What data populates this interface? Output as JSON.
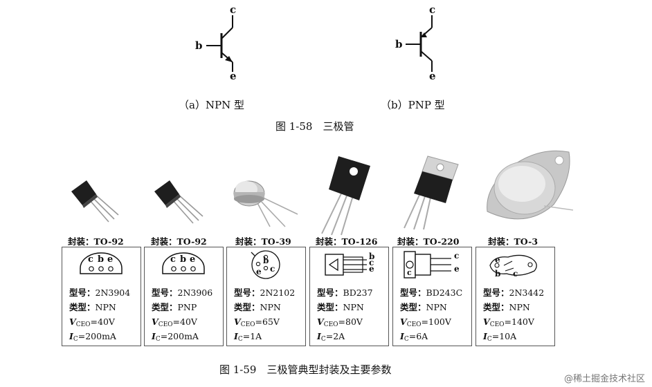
{
  "symbols": {
    "npn": {
      "base": "b",
      "collector": "c",
      "emitter": "e",
      "caption": "（a）NPN 型"
    },
    "pnp": {
      "base": "b",
      "collector": "c",
      "emitter": "e",
      "caption": "（b）PNP 型"
    }
  },
  "figure_158": {
    "caption": "图 1-58　三极管"
  },
  "packages": [
    {
      "label": "封装：TO-92",
      "pins": [
        "c",
        "b",
        "e"
      ],
      "model_label": "型号：",
      "model": "2N3904",
      "type_label": "类型：",
      "type": "NPN",
      "vceo_symbol": "V",
      "vceo_sub": "CEO",
      "vceo": "=40V",
      "ic_symbol": "I",
      "ic_sub": "C",
      "ic": "=200mA"
    },
    {
      "label": "封装：TO-92",
      "pins": [
        "c",
        "b",
        "e"
      ],
      "model_label": "型号：",
      "model": "2N3906",
      "type_label": "类型：",
      "type": "PNP",
      "vceo_symbol": "V",
      "vceo_sub": "CEO",
      "vceo": "=40V",
      "ic_symbol": "I",
      "ic_sub": "C",
      "ic": "=200mA"
    },
    {
      "label": "封装：TO-39",
      "pins": [
        "b",
        "c",
        "e"
      ],
      "model_label": "型号：",
      "model": "2N2102",
      "type_label": "类型：",
      "type": "NPN",
      "vceo_symbol": "V",
      "vceo_sub": "CEO",
      "vceo": "=65V",
      "ic_symbol": "I",
      "ic_sub": "C",
      "ic": "=1A"
    },
    {
      "label": "封装：TO-126",
      "pins": [
        "b",
        "c",
        "e"
      ],
      "model_label": "型号：",
      "model": "BD237",
      "type_label": "类型：",
      "type": "NPN",
      "vceo_symbol": "V",
      "vceo_sub": "CEO",
      "vceo": "=80V",
      "ic_symbol": "I",
      "ic_sub": "C",
      "ic": "=2A"
    },
    {
      "label": "封装：TO-220",
      "pins": [
        "c",
        "c",
        "e"
      ],
      "model_label": "型号：",
      "model": "BD243C",
      "type_label": "类型：",
      "type": "NPN",
      "vceo_symbol": "V",
      "vceo_sub": "CEO",
      "vceo": "=100V",
      "ic_symbol": "I",
      "ic_sub": "C",
      "ic": "=6A"
    },
    {
      "label": "封装：TO-3",
      "pins": [
        "e",
        "b",
        "c"
      ],
      "model_label": "型号：",
      "model": "2N3442",
      "type_label": "类型：",
      "type": "NPN",
      "vceo_symbol": "V",
      "vceo_sub": "CEO",
      "vceo": "=140V",
      "ic_symbol": "I",
      "ic_sub": "C",
      "ic": "=10A"
    }
  ],
  "figure_159": {
    "caption": "图 1-59　三极管典型封装及主要参数"
  },
  "watermark": "@稀土掘金技术社区"
}
